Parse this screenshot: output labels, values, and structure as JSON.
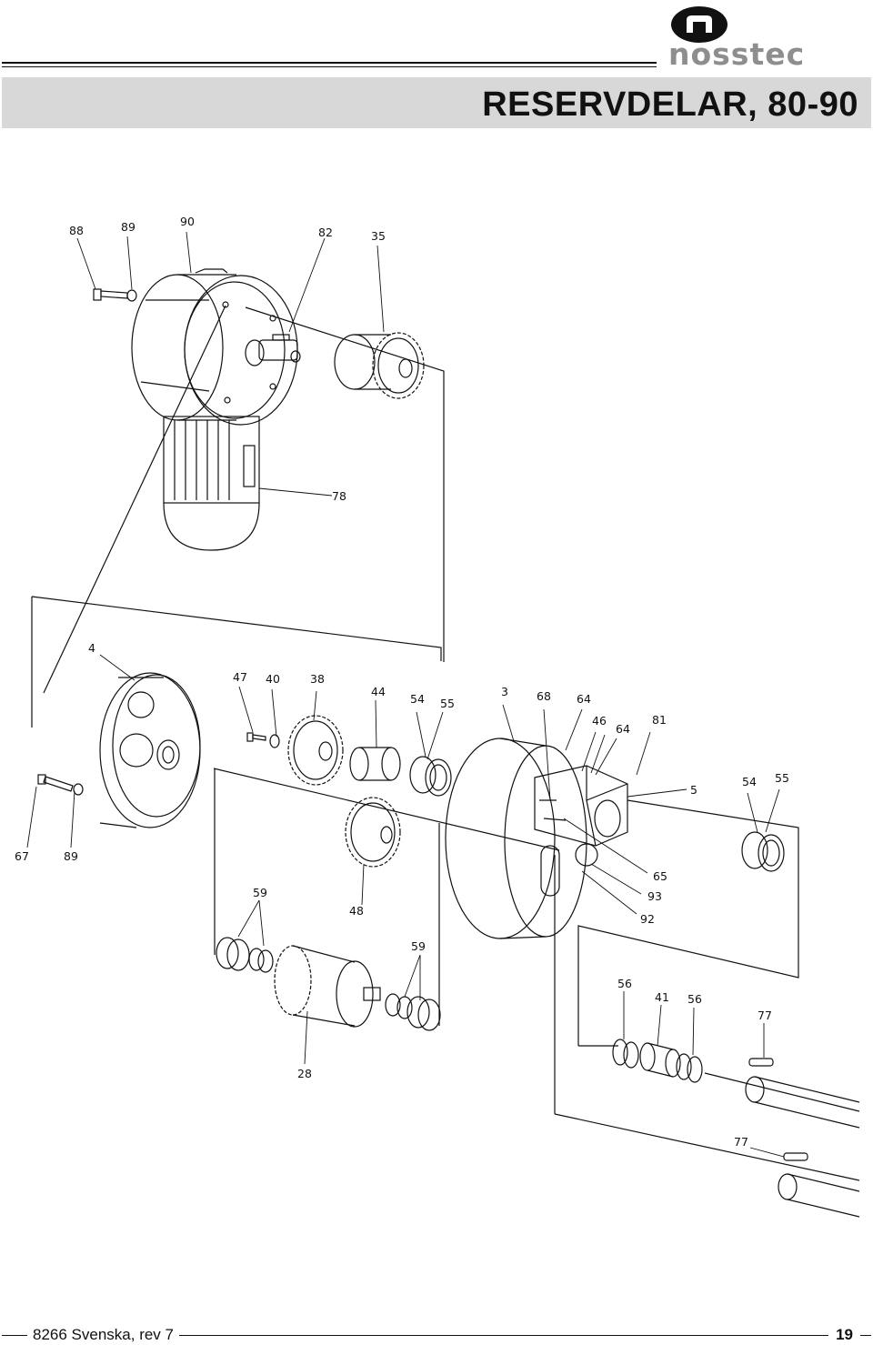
{
  "header": {
    "brand": "nosstec",
    "title": "RESERVDELAR, 80-90"
  },
  "diagram": {
    "callouts": {
      "c88": "88",
      "c89a": "89",
      "c90": "90",
      "c82": "82",
      "c35": "35",
      "c78": "78",
      "c4": "4",
      "c47": "47",
      "c40": "40",
      "c38": "38",
      "c44": "44",
      "c54a": "54",
      "c55a": "55",
      "c3": "3",
      "c68": "68",
      "c64a": "64",
      "c46": "46",
      "c64b": "64",
      "c81": "81",
      "c5": "5",
      "c54b": "54",
      "c55b": "55",
      "c67": "67",
      "c89b": "89",
      "c65": "65",
      "c93": "93",
      "c92": "92",
      "c59a": "59",
      "c48": "48",
      "c59b": "59",
      "c56a": "56",
      "c41": "41",
      "c56b": "56",
      "c77a": "77",
      "c28": "28",
      "c77b": "77"
    }
  },
  "footer": {
    "doc_ref": "8266 Svenska, rev 7",
    "page_number": "19"
  }
}
